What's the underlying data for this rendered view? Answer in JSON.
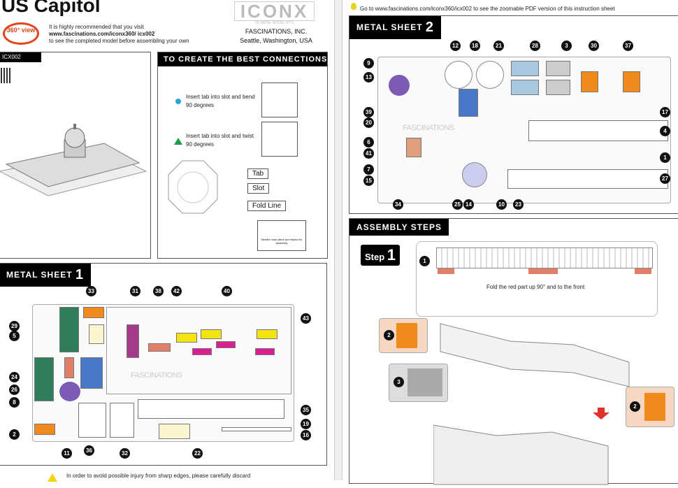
{
  "header": {
    "title": "US Capitol",
    "view360": "360° view",
    "visit_line1": "It is highly recommended that you visit",
    "visit_url": "www.fascinations.com/iconx360/ icx002",
    "visit_line3": "to see the completed model before assembling your own",
    "brand": "ICONX",
    "brand_sub": "3D METAL MODEL KITS",
    "company": "FASCINATIONS, INC.",
    "location": "Seattle, Washington, USA",
    "model_code": "ICX002"
  },
  "tip": {
    "text": "Go to www.fascinations.com/iconx360/icx002 to see the zoomable PDF version of this instruction sheet"
  },
  "connections": {
    "title": "TO CREATE THE BEST CONNECTIONS",
    "bend": "Insert tab into slot and bend 90 degrees",
    "twist": "Insert tab into slot and twist 90  degrees",
    "tab": "Tab",
    "slot": "Slot",
    "fold": "Fold Line",
    "pliers": "Needle nose pliers are helpful for assembly"
  },
  "sheet1": {
    "title": "METAL SHEET",
    "number": "1",
    "watermark": "FASCINATIONS",
    "parts": [
      "33",
      "31",
      "38",
      "42",
      "40",
      "29",
      "5",
      "24",
      "26",
      "8",
      "2",
      "43",
      "35",
      "19",
      "16",
      "11",
      "36",
      "32",
      "22"
    ]
  },
  "sheet2": {
    "title": "METAL SHEET",
    "number": "2",
    "watermark": "FASCINATIONS",
    "parts": [
      "12",
      "18",
      "21",
      "28",
      "3",
      "30",
      "37",
      "9",
      "13",
      "39",
      "20",
      "6",
      "41",
      "7",
      "15",
      "17",
      "4",
      "1",
      "27",
      "34",
      "25",
      "14",
      "10",
      "23"
    ]
  },
  "assembly": {
    "title": "ASSEMBLY STEPS",
    "step_label": "Step",
    "step_number": "1",
    "sub1": "1",
    "sub2": "2",
    "sub3": "3",
    "instruction": "Fold the red part up 90° and to the front"
  },
  "warning": {
    "text": "In order to avoid possible injury from sharp edges, please carefully discard"
  },
  "colors": {
    "orange": "#f08a1c",
    "green": "#2f7d5b",
    "blue": "#4a78c8",
    "purple": "#7b5bb5",
    "yellow": "#f3e312",
    "magenta": "#d91e8e",
    "salmon": "#e0806a",
    "cyan": "#2aa5dc",
    "red": "#e0302a"
  }
}
